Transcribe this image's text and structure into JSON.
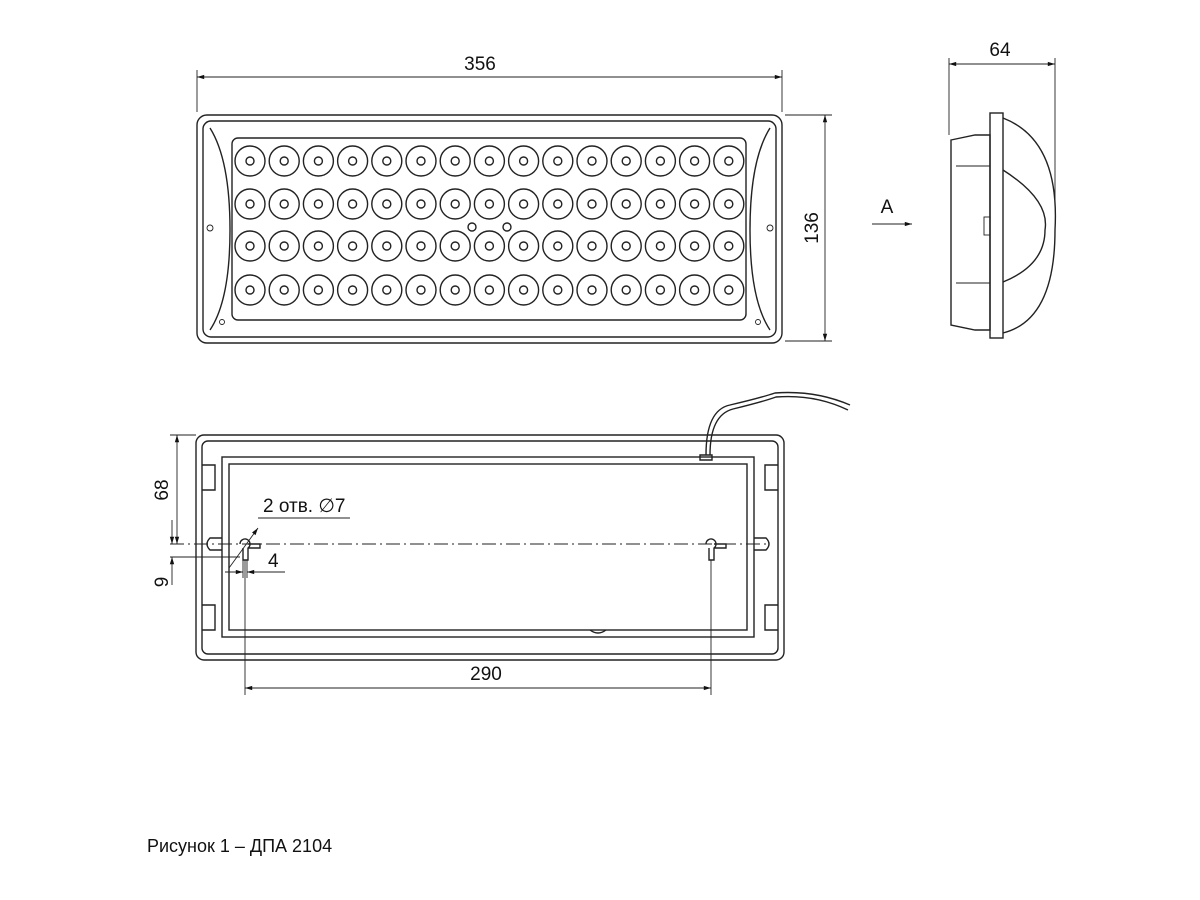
{
  "drawing": {
    "front_view": {
      "width_dim": "356",
      "height_dim": "136",
      "led_rows": 4,
      "led_cols": 15
    },
    "side_view": {
      "depth_dim": "64",
      "view_label": "A"
    },
    "rear_view": {
      "mount_height_dim": "68",
      "holes_label": "2 отв. ∅7",
      "offset_dim": "9",
      "slot_dim": "4",
      "hole_spacing_dim": "290"
    },
    "caption": "Рисунок 1 – ДПА 2104"
  }
}
